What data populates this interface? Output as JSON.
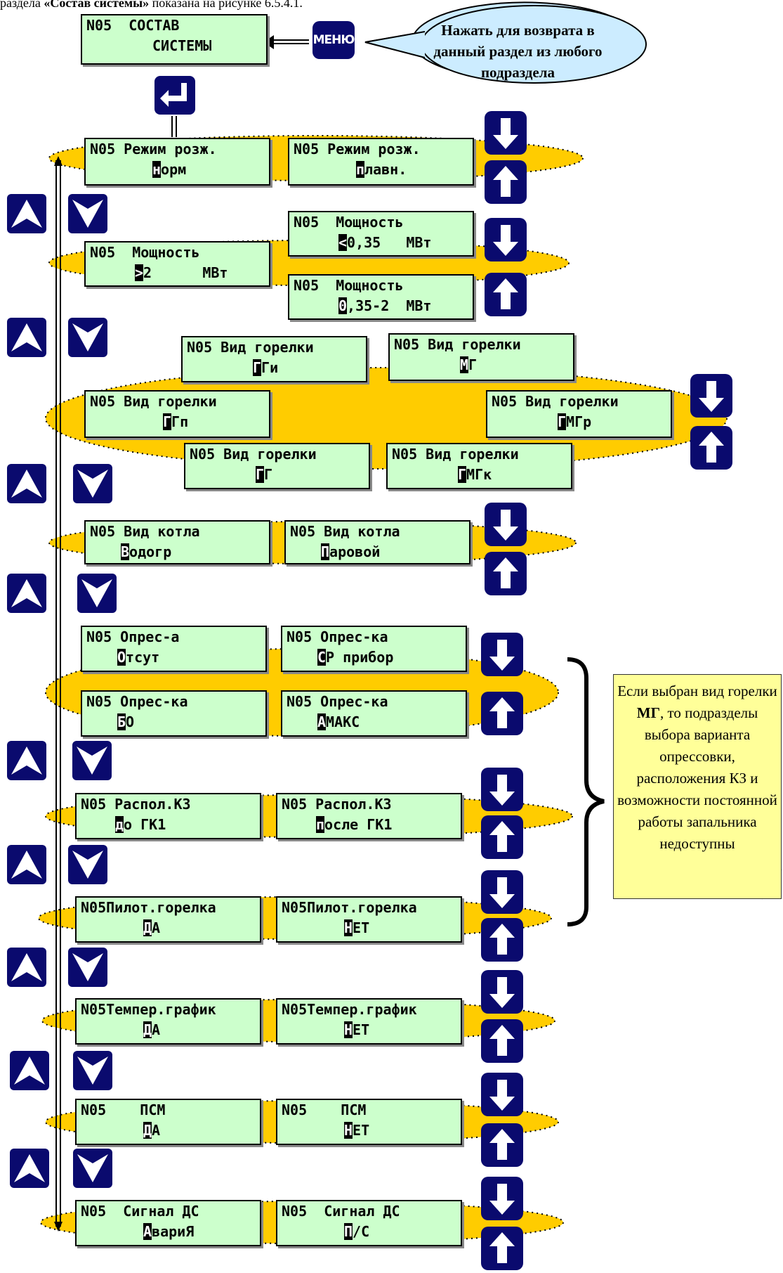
{
  "caption": {
    "prefix": "раздела ",
    "bold": "«Состав системы»",
    "suffix": " показана на рисунке 6.5.4.1."
  },
  "menu": {
    "button_label": "МЕНЮ",
    "callout": "Нажать для возврата в данный раздел из любого подраздела"
  },
  "root_screen": {
    "line1": "N05  СОСТАВ",
    "line2": "СИСТЕМЫ",
    "cursor": "С"
  },
  "note": {
    "parts": [
      "Если выбран вид горелки ",
      "МГ",
      ", то подразделы выбора варианта опрессовки, расположения КЗ и возможности постоянной работы запальника недоступны"
    ]
  },
  "colors": {
    "lcd_bg": "#ccffcc",
    "ellipse": "#ffcc00",
    "button_blue": "#0a0a6e",
    "note_bg": "#ffff99",
    "callout_bg": "#ccecff"
  },
  "screens": [
    {
      "id": "rozzh-norm",
      "line1": "N05 Режим розж.",
      "cursor": "н",
      "rest": "орм"
    },
    {
      "id": "rozzh-plavn",
      "line1": "N05 Режим розж.",
      "cursor": "п",
      "rest": "лавн."
    },
    {
      "id": "power-lt",
      "line1": "N05  Мощность",
      "cursor": "<",
      "rest": "0,35   МВт"
    },
    {
      "id": "power-gt",
      "line1": "N05  Мощность",
      "cursor": ">",
      "rest": "2      МВт"
    },
    {
      "id": "power-mid",
      "line1": "N05  Мощность",
      "cursor": "0",
      "rest": ",35-2  МВт"
    },
    {
      "id": "burner-ggi",
      "line1": "N05 Вид горелки",
      "cursor": "Г",
      "rest": "Ги"
    },
    {
      "id": "burner-mg",
      "line1": "N05 Вид горелки",
      "cursor": "М",
      "rest": "Г"
    },
    {
      "id": "burner-ggp",
      "line1": "N05 Вид горелки",
      "cursor": "Г",
      "rest": "Гп"
    },
    {
      "id": "burner-gmgr",
      "line1": "N05 Вид горелки",
      "cursor": "Г",
      "rest": "МГр"
    },
    {
      "id": "burner-gg",
      "line1": "N05 Вид горелки",
      "cursor": "Г",
      "rest": "Г"
    },
    {
      "id": "burner-gmgk",
      "line1": "N05 Вид горелки",
      "cursor": "Г",
      "rest": "МГк"
    },
    {
      "id": "boiler-water",
      "line1": "N05 Вид котла",
      "cursor": "В",
      "rest": "одогр"
    },
    {
      "id": "boiler-steam",
      "line1": "N05 Вид котла",
      "cursor": "П",
      "rest": "аровой"
    },
    {
      "id": "opres-none",
      "line1": "N05 Опрес-а",
      "cursor": "О",
      "rest": "тсут"
    },
    {
      "id": "opres-sr",
      "line1": "N05 Опрес-ка",
      "cursor": "С",
      "rest": "Р прибор"
    },
    {
      "id": "opres-bo",
      "line1": "N05 Опрес-ка",
      "cursor": "Б",
      "rest": "О"
    },
    {
      "id": "opres-amaks",
      "line1": "N05 Опрес-ка",
      "cursor": "А",
      "rest": "МАКС"
    },
    {
      "id": "kz-before",
      "line1": "N05 Распол.КЗ",
      "cursor": "д",
      "rest": "о ГК1"
    },
    {
      "id": "kz-after",
      "line1": "N05 Распол.КЗ",
      "cursor": "п",
      "rest": "осле ГК1"
    },
    {
      "id": "pilot-yes",
      "line1": "N05Пилот.горелка",
      "cursor": "Д",
      "rest": "А"
    },
    {
      "id": "pilot-no",
      "line1": "N05Пилот.горелка",
      "cursor": "Н",
      "rest": "ЕТ"
    },
    {
      "id": "temp-yes",
      "line1": "N05Темпер.график",
      "cursor": "Д",
      "rest": "А"
    },
    {
      "id": "temp-no",
      "line1": "N05Темпер.график",
      "cursor": "Н",
      "rest": "ЕТ"
    },
    {
      "id": "psm-yes",
      "line1": "N05    ПСМ",
      "cursor": "Д",
      "rest": "А"
    },
    {
      "id": "psm-no",
      "line1": "N05    ПСМ",
      "cursor": "Н",
      "rest": "ЕТ"
    },
    {
      "id": "signal-alarm",
      "line1": "N05  Сигнал ДС",
      "cursor": "А",
      "rest": "вариЯ"
    },
    {
      "id": "signal-ps",
      "line1": "N05  Сигнал ДС",
      "cursor": "П",
      "rest": "/С"
    }
  ]
}
